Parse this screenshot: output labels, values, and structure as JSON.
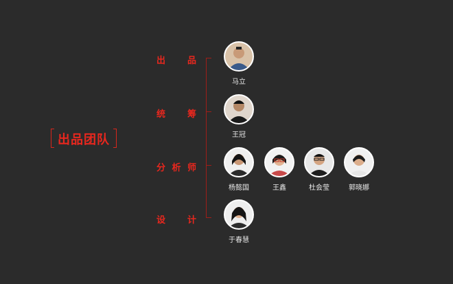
{
  "title": "出品团队",
  "roles": [
    {
      "chars": [
        "出",
        "品"
      ]
    },
    {
      "chars": [
        "统",
        "筹"
      ]
    },
    {
      "chars": [
        "分",
        "析",
        "师"
      ]
    },
    {
      "chars": [
        "设",
        "计"
      ]
    }
  ],
  "people": [
    {
      "name": "马立"
    },
    {
      "name": "王冠"
    },
    {
      "name": "杨懿国"
    },
    {
      "name": "王鑫"
    },
    {
      "name": "杜会莹"
    },
    {
      "name": "郭晓娜"
    },
    {
      "name": "于春慧"
    }
  ],
  "colors": {
    "accent": "#e8271e",
    "background": "#2b2b2b",
    "line": "#a01e18"
  }
}
